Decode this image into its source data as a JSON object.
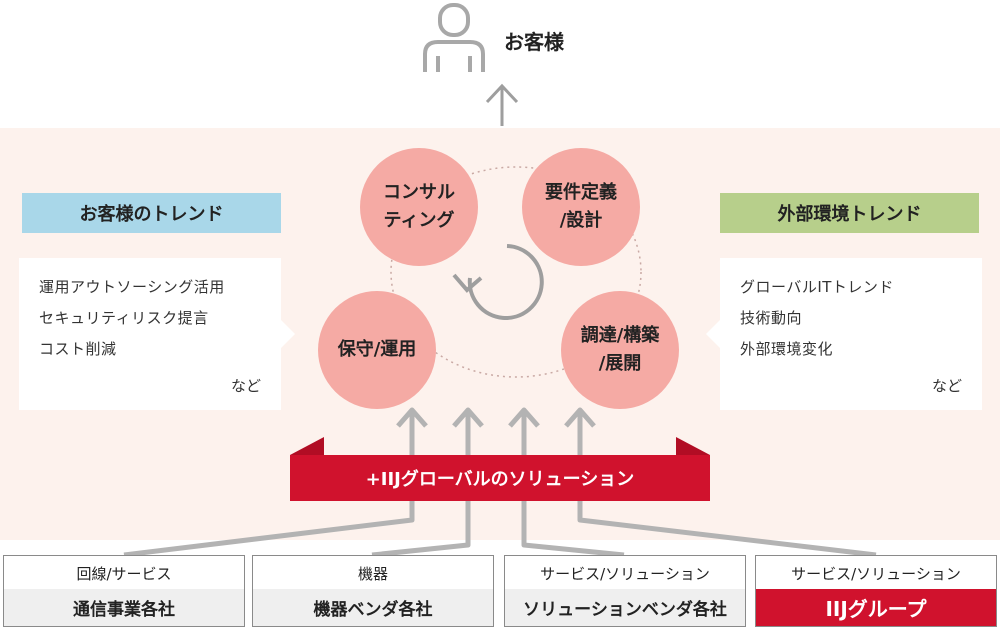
{
  "customer": {
    "label": "お客様",
    "icon": "person-icon"
  },
  "left_trend": {
    "title": "お客様のトレンド",
    "items": [
      "運用アウトソーシング活用",
      "セキュリティリスク提言",
      "コスト削減"
    ],
    "etc": "など"
  },
  "right_trend": {
    "title": "外部環境トレンド",
    "items": [
      "グローバルITトレンド",
      "技術動向",
      "外部環境変化"
    ],
    "etc": "など"
  },
  "cycle": {
    "consulting": [
      "コンサル",
      "ティング"
    ],
    "requirements": [
      "要件定義",
      "/設計"
    ],
    "procurement": [
      "調達/構築",
      "/展開"
    ],
    "maintenance": [
      "保守/運用"
    ]
  },
  "banner": {
    "label": "+IIJグローバルのソリューション"
  },
  "suppliers": [
    {
      "top": "回線/サービス",
      "bottom": "通信事業各社"
    },
    {
      "top": "機器",
      "bottom": "機器ベンダ各社"
    },
    {
      "top": "サービス/ソリューション",
      "bottom": "ソリューションベンダ各社"
    },
    {
      "top": "サービス/ソリューション",
      "bottom": "IIJグループ"
    }
  ],
  "colors": {
    "band": "#fdf2ed",
    "circle": "#f5aaa4",
    "brand_red": "#d0122d",
    "left_title": "#a9d7e9",
    "right_title": "#b7cf8b",
    "arrow_gray": "#b3b3b3"
  }
}
